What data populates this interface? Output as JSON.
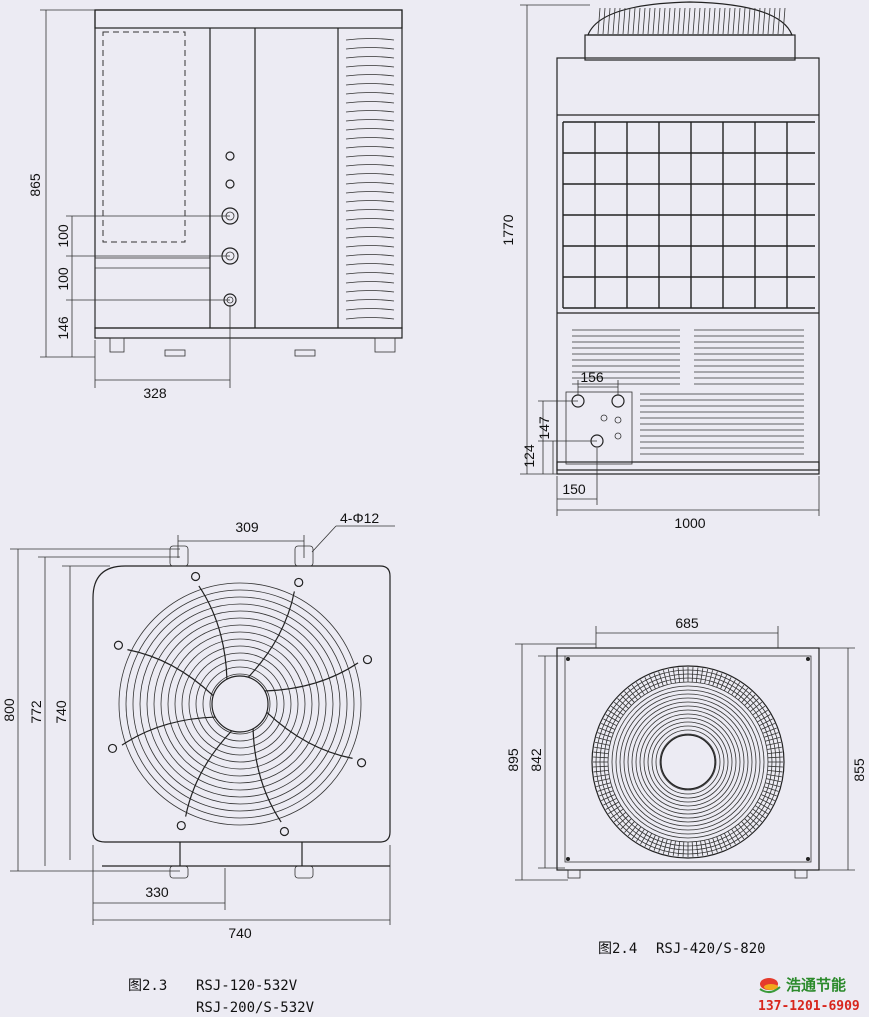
{
  "figure_left": {
    "caption_label": "图2.3",
    "model_line_1": "RSJ-120-532V",
    "model_line_2": "RSJ-200/S-532V",
    "side_view_dims": {
      "height": "865",
      "pipe_spacing_upper": "100",
      "pipe_spacing_lower": "100",
      "pipe_base_height": "146",
      "pipe_offset": "328"
    },
    "top_view_dims": {
      "mount_spacing": "309",
      "hole_spec": "4-Φ12",
      "depth_outer": "800",
      "depth_mid": "772",
      "depth_inner": "740",
      "mount_offset": "330",
      "width": "740"
    }
  },
  "figure_right": {
    "caption_label": "图2.4",
    "model_line_1": "RSJ-420/S-820",
    "front_view_dims": {
      "height": "1770",
      "pipe_spacing": "156",
      "pipe_height_upper": "147",
      "pipe_height_lower": "124",
      "pipe_offset": "150",
      "width": "1000"
    },
    "top_view_dims": {
      "mount_spacing": "685",
      "depth_outer": "895",
      "depth_inner": "842",
      "depth_right": "855"
    }
  },
  "brand": {
    "name": "浩通节能",
    "phone": "137-1201-6909",
    "logo_colors": [
      "#e53b2c",
      "#f2a71b",
      "#3b9b3b"
    ]
  }
}
